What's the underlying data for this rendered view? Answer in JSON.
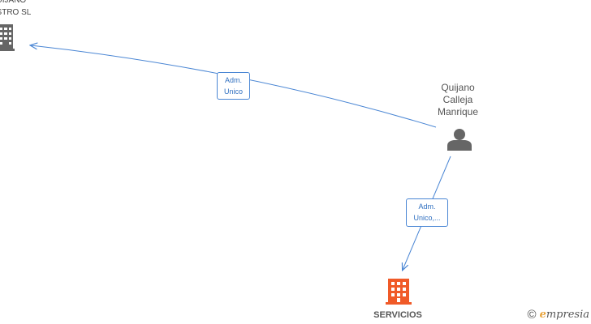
{
  "nodes": {
    "top_company": {
      "label": "QUIJANO\nCASTRO  SL",
      "icon": "building-icon",
      "color": "#666666"
    },
    "person": {
      "label": "Quijano\nCalleja\nManrique",
      "icon": "person-icon",
      "color": "#666666"
    },
    "bottom_company": {
      "label": "SERVICIOS",
      "icon": "building-icon",
      "color": "#f05a28"
    }
  },
  "edges": {
    "person_to_top": {
      "label": "Adm.\nUnico"
    },
    "person_to_bottom": {
      "label": "Adm.\nUnico,..."
    }
  },
  "edge_color": "#4a86d4",
  "watermark": {
    "symbol": "©",
    "brand_initial": "e",
    "brand_rest": "mpresia"
  }
}
